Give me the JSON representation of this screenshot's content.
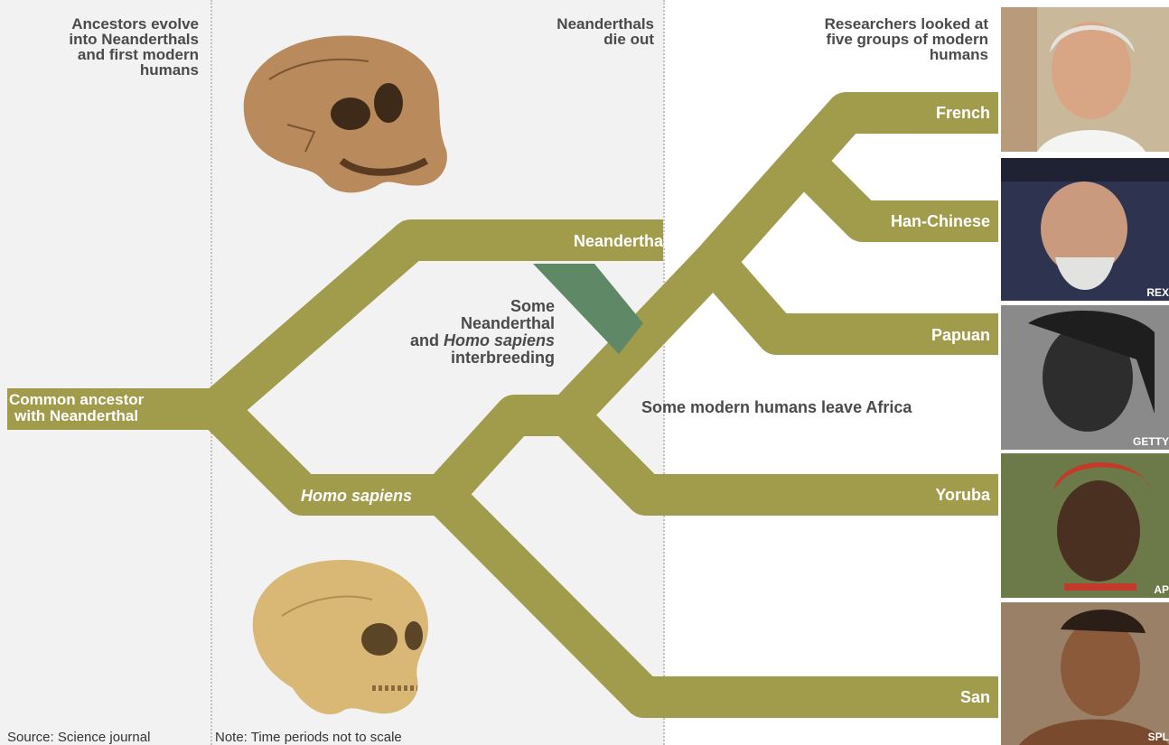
{
  "headers": {
    "left": [
      "Ancestors evolve",
      "into Neanderthals",
      "and first modern",
      "humans"
    ],
    "middle": [
      "Neanderthals",
      "die out"
    ],
    "right": [
      "Researchers looked at",
      "five groups of modern",
      "humans"
    ]
  },
  "labels": {
    "common_ancestor": [
      "Common ancestor",
      "with Neanderthal"
    ],
    "neanderthal": "Neanderthal",
    "homo_sapiens": "Homo sapiens",
    "interbreeding": {
      "line1": "Some",
      "line2": "Neanderthal",
      "line3_pre": "and ",
      "line3_ital": "Homo sapiens",
      "line4": "interbreeding"
    },
    "leave_africa": "Some modern humans leave Africa",
    "groups": [
      "French",
      "Han-Chinese",
      "Papuan",
      "Yoruba",
      "San"
    ]
  },
  "photo_credits": [
    "",
    "REX",
    "GETTY",
    "AP",
    "SPL"
  ],
  "footer": {
    "source": "Source: Science journal",
    "note": "Note: Time periods not to scale"
  },
  "colors": {
    "branch": "#a19b4c",
    "interbreeding": "#5e8866",
    "panel": "#f2f2f2",
    "header_text": "#4a4a4a"
  }
}
